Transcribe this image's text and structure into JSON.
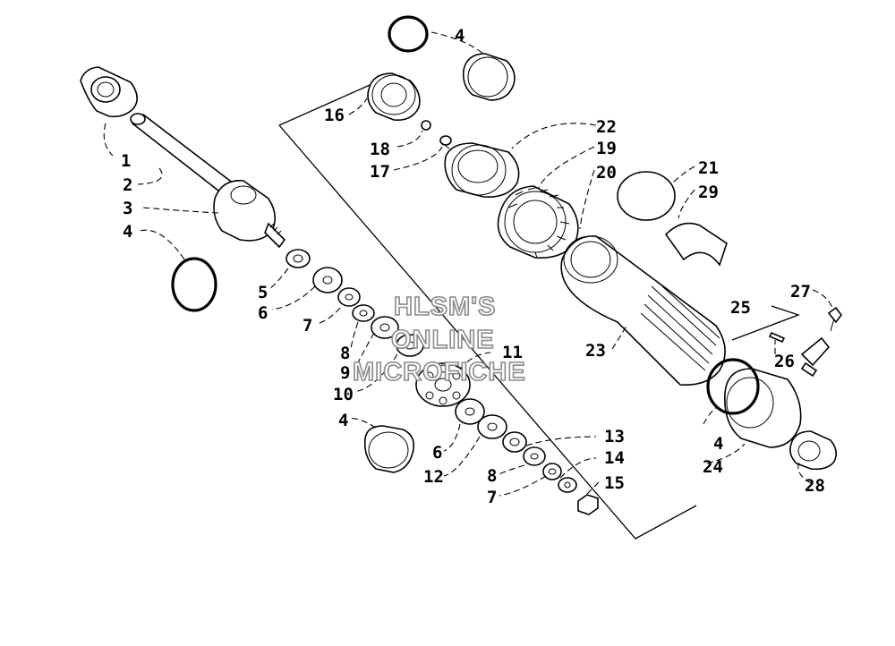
{
  "watermark": [
    "HLSM'S",
    "ONLINE",
    "MICROFICHE"
  ],
  "callouts": [
    "1",
    "2",
    "3",
    "4",
    "5",
    "6",
    "7",
    "8",
    "9",
    "10",
    "4",
    "6",
    "12",
    "8",
    "7",
    "11",
    "13",
    "14",
    "15",
    "16",
    "18",
    "17",
    "4",
    "22",
    "19",
    "20",
    "21",
    "29",
    "23",
    "25",
    "27",
    "26",
    "4",
    "24",
    "28"
  ]
}
